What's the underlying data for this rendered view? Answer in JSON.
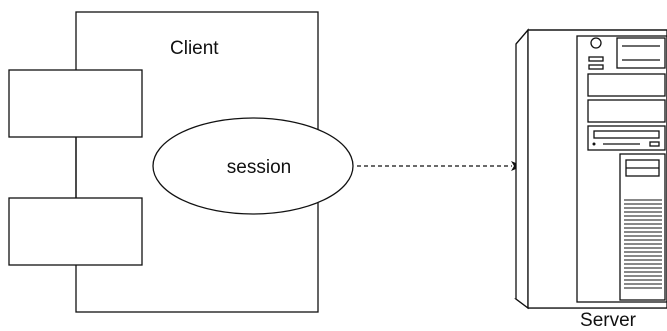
{
  "diagram": {
    "client_label": "Client",
    "session_label": "session",
    "server_label": "Server"
  }
}
